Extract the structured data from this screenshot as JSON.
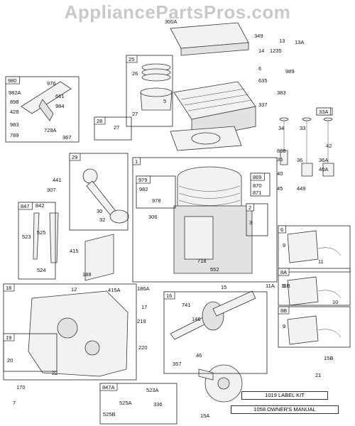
{
  "watermark": "AppliancePartsPros.com",
  "boxes": [
    {
      "id": "980",
      "labels": [
        "976",
        "982A",
        "898",
        "428",
        "661",
        "984",
        "983",
        "729A",
        "789",
        "367"
      ]
    },
    {
      "id": "25",
      "labels": [
        "26",
        "5",
        "27"
      ]
    },
    {
      "id": "28",
      "labels": [
        "27"
      ]
    },
    {
      "id": "29",
      "labels": [
        "30",
        "32"
      ]
    },
    {
      "id": "1",
      "labels": [
        "718",
        "552"
      ]
    },
    {
      "id": "979",
      "labels": [
        "982",
        "978"
      ]
    },
    {
      "id": "869",
      "labels": [
        "870",
        "871"
      ]
    },
    {
      "id": "2",
      "labels": [
        "3"
      ]
    },
    {
      "id": "847",
      "labels": [
        "842",
        "525",
        "523",
        "524"
      ]
    },
    {
      "id": "33A",
      "labels": [
        "42"
      ]
    },
    {
      "id": "6",
      "labels": [
        "9",
        "11"
      ]
    },
    {
      "id": "8A",
      "labels": [
        "9",
        "10"
      ]
    },
    {
      "id": "8B",
      "labels": [
        "9"
      ]
    },
    {
      "id": "18",
      "labels": [
        "12",
        "415A"
      ]
    },
    {
      "id": "19",
      "labels": [
        "20"
      ]
    },
    {
      "id": "16",
      "labels": [
        "741",
        "146"
      ]
    },
    {
      "id": "847A",
      "labels": [
        "523A",
        "525A",
        "525B",
        "336"
      ]
    }
  ],
  "loose_labels": [
    "300A",
    "349",
    "13",
    "13A",
    "14",
    "1235",
    "6",
    "989",
    "635",
    "383",
    "337",
    "34",
    "33",
    "868",
    "35",
    "36",
    "36A",
    "40",
    "40A",
    "45",
    "449",
    "441",
    "307",
    "306",
    "415",
    "188",
    "186A",
    "17",
    "219",
    "220",
    "46",
    "357",
    "15A",
    "15",
    "11A",
    "11B",
    "15B",
    "21",
    "22",
    "170",
    "7"
  ],
  "kits": {
    "label_kit": "1019 LABEL KIT",
    "owners_manual": "1058 OWNER'S MANUAL"
  },
  "colors": {
    "line": "#222222",
    "watermark": "#c9c9c9",
    "part_fill": "#f2f2f2"
  }
}
